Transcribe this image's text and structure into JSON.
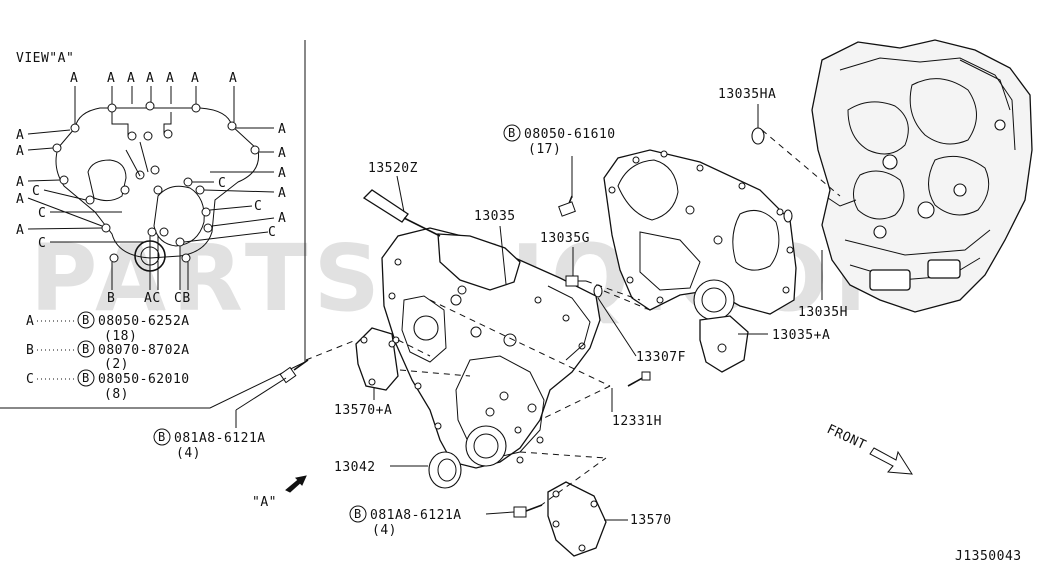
{
  "watermark": "PARTSOUQ.COM",
  "diagram_code": "J1350043",
  "view": {
    "title": "VIEW\"A\"",
    "top_letters": [
      "A",
      "A",
      "A",
      "A",
      "A",
      "A",
      "A"
    ],
    "left_letters": [
      "A",
      "A",
      "A",
      "C",
      "A",
      "C",
      "A",
      "C"
    ],
    "right_letters": [
      "A",
      "A",
      "A",
      "C",
      "A",
      "C",
      "A",
      "C"
    ],
    "bottom_letters": [
      "B",
      "AC",
      "CB"
    ],
    "legend": [
      {
        "letter": "A",
        "code": "08050-6252A",
        "qty": "(18)"
      },
      {
        "letter": "B",
        "code": "08070-8702A",
        "qty": "(2)"
      },
      {
        "letter": "C",
        "code": "08050-62010",
        "qty": "(8)"
      }
    ]
  },
  "callouts": {
    "p13520z": "13520Z",
    "p13035": "13035",
    "bolt_top_code": "08050-61610",
    "bolt_top_qty": "(17)",
    "p13035g": "13035G",
    "p13035ha": "13035HA",
    "p13035h": "13035H",
    "p13035a": "13035+A",
    "p13307f": "13307F",
    "p12331h": "12331H",
    "p13570a": "13570+A",
    "bolt_left_code": "081A8-6121A",
    "bolt_left_qty": "(4)",
    "p13042": "13042",
    "bolt_bottom_code": "081A8-6121A",
    "bolt_bottom_qty": "(4)",
    "p13570": "13570",
    "view_pointer": "\"A\"",
    "front": "FRONT"
  },
  "bolt_symbol": "B"
}
